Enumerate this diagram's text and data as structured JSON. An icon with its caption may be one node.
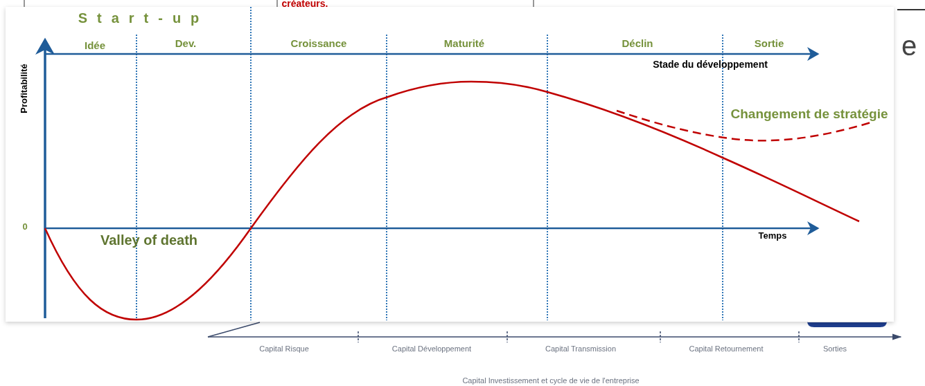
{
  "diagram": {
    "labels": [
      "créateurs.",
      "Start-up",
      "Idée",
      "Dev.",
      "Croissance",
      "Maturité",
      "Déclin",
      "Sortie",
      "e",
      "Stade du développement",
      "Profitabilité",
      "Changement de stratégie",
      "0",
      "Valley of death",
      "Temps",
      "Capital Risque",
      "Capital Développement",
      "Capital Transmission",
      "Capital Retournement",
      "Sorties",
      "Capital Investissement et cycle de vie de l'entreprise"
    ]
  }
}
